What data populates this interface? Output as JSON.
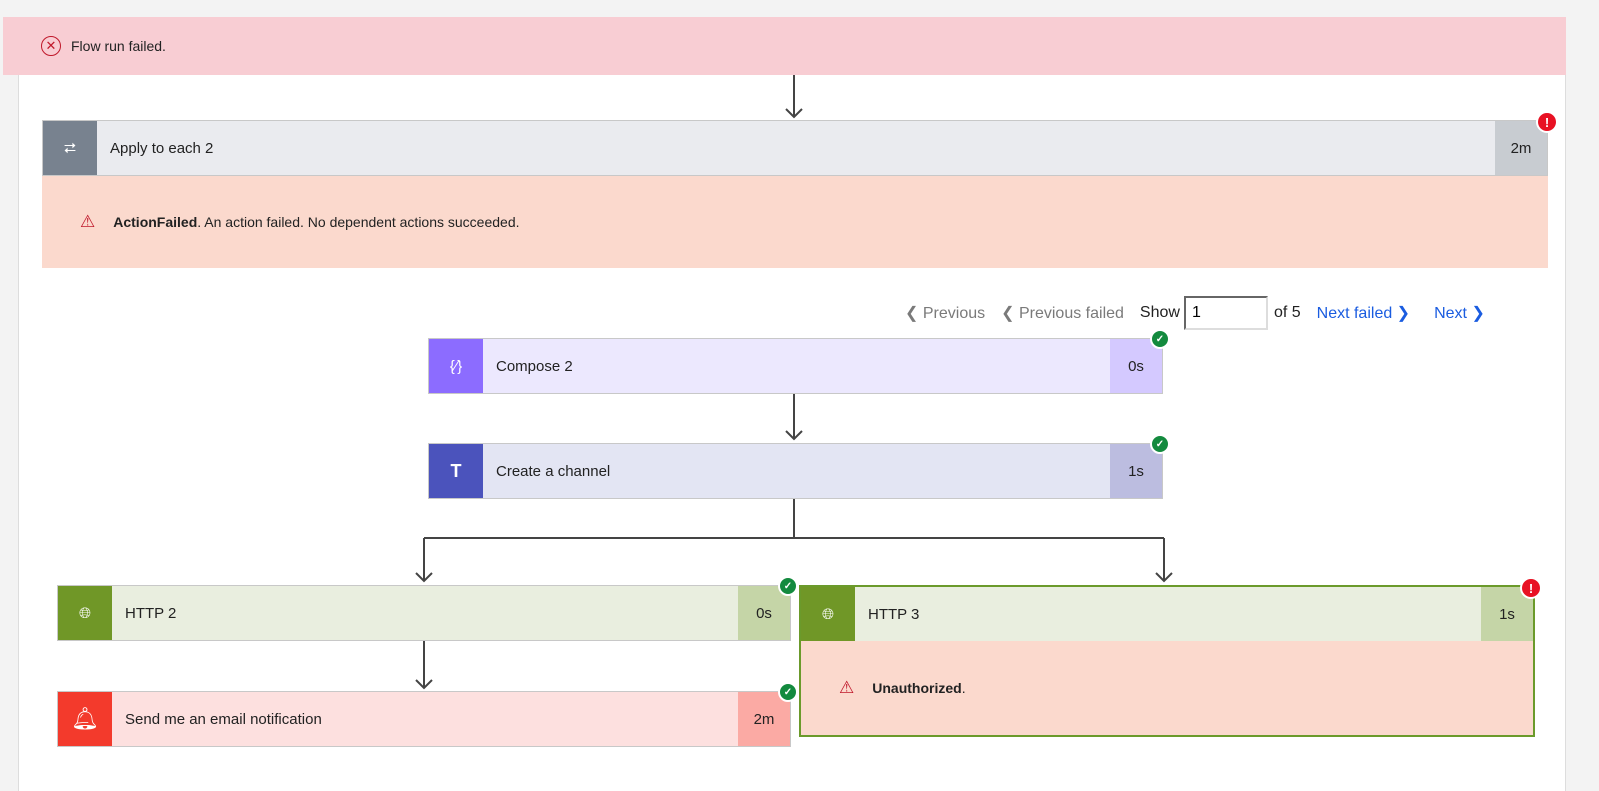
{
  "banner": {
    "message": "Flow run failed.",
    "icon": "error-circle-icon"
  },
  "loop": {
    "title": "Apply to each 2",
    "duration": "2m",
    "icon": "loop-icon",
    "status": "failed",
    "error_code": "ActionFailed",
    "error_text": ". An action failed. No dependent actions succeeded."
  },
  "pager": {
    "previous": "Previous",
    "previous_failed": "Previous failed",
    "show": "Show",
    "current": "1",
    "of": "of 5",
    "next_failed": "Next failed",
    "next": "Next"
  },
  "actions": [
    {
      "title": "Compose 2",
      "duration": "0s",
      "icon": "compose-icon",
      "status": "succeeded"
    },
    {
      "title": "Create a channel",
      "duration": "1s",
      "icon": "teams-icon",
      "status": "succeeded"
    },
    {
      "title": "HTTP 2",
      "duration": "0s",
      "icon": "globe-icon",
      "status": "succeeded"
    },
    {
      "title": "Send me an email notification",
      "duration": "2m",
      "icon": "bell-icon",
      "status": "succeeded"
    },
    {
      "title": "HTTP 3",
      "duration": "1s",
      "icon": "globe-icon",
      "status": "failed",
      "error_code": "Unauthorized",
      "error_text": "."
    }
  ],
  "colors": {
    "banner": "#f8cdd3",
    "error_bg": "#fbd9cd",
    "success": "#138a3e",
    "failure": "#e81123",
    "link": "#1a5ce0"
  }
}
